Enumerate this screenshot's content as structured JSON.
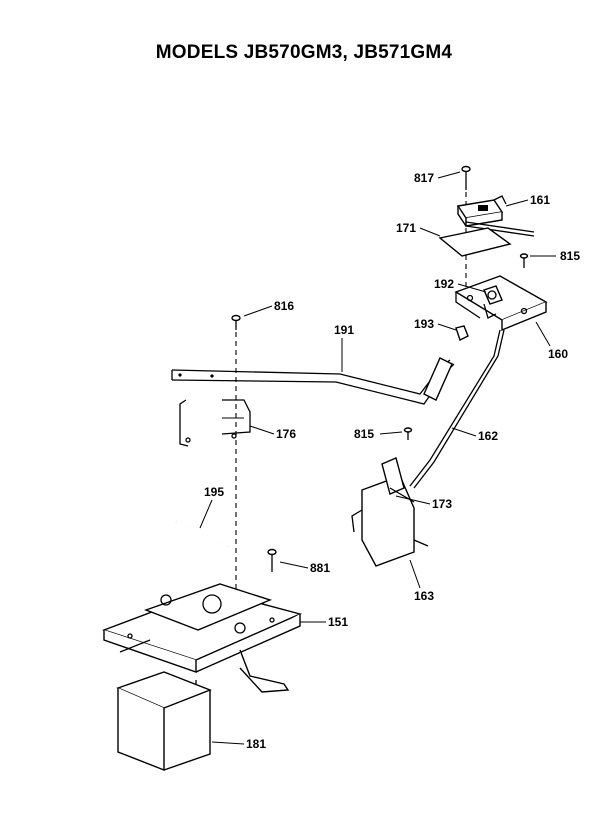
{
  "title": "MODELS JB570GM3, JB571GM4",
  "callouts": [
    {
      "id": "c817",
      "text": "817"
    },
    {
      "id": "c161a",
      "text": "161"
    },
    {
      "id": "c171",
      "text": "171"
    },
    {
      "id": "c815a",
      "text": "815"
    },
    {
      "id": "c192",
      "text": "192"
    },
    {
      "id": "c193",
      "text": "193"
    },
    {
      "id": "c160",
      "text": "160"
    },
    {
      "id": "c816",
      "text": "816"
    },
    {
      "id": "c191",
      "text": "191"
    },
    {
      "id": "c176",
      "text": "176"
    },
    {
      "id": "c815b",
      "text": "815"
    },
    {
      "id": "c162",
      "text": "162"
    },
    {
      "id": "c195",
      "text": "195"
    },
    {
      "id": "c173",
      "text": "173"
    },
    {
      "id": "c163",
      "text": "163"
    },
    {
      "id": "c881",
      "text": "881"
    },
    {
      "id": "c151",
      "text": "151"
    },
    {
      "id": "c181",
      "text": "181"
    }
  ]
}
